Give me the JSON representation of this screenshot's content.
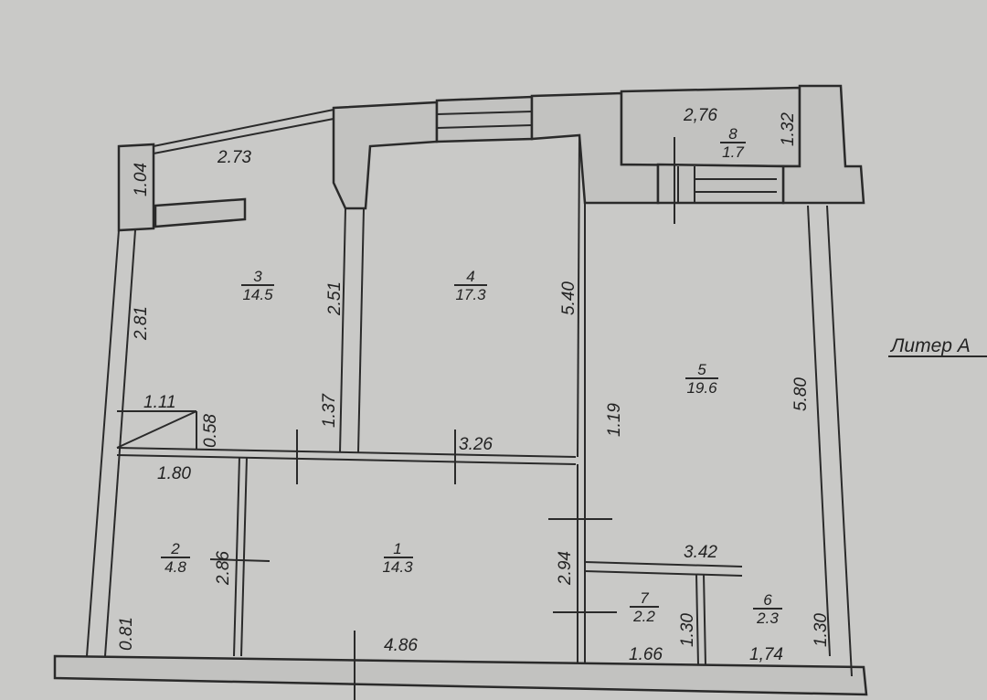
{
  "title": "Литер А",
  "rooms": [
    {
      "number": "1",
      "area": "14.3"
    },
    {
      "number": "2",
      "area": "4.8"
    },
    {
      "number": "3",
      "area": "14.5"
    },
    {
      "number": "4",
      "area": "17.3"
    },
    {
      "number": "5",
      "area": "19.6"
    },
    {
      "number": "6",
      "area": "2.3"
    },
    {
      "number": "7",
      "area": "2.2"
    },
    {
      "number": "8",
      "area": "1.7"
    }
  ],
  "dimensions": [
    "2.73",
    "1.04",
    "2.81",
    "2.51",
    "5.40",
    "1.37",
    "1.11",
    "0.58",
    "3.26",
    "1.19",
    "5.80",
    "2,76",
    "1.32",
    "1.80",
    "2.86",
    "2.94",
    "3.42",
    "1.30",
    "1.30",
    "0.81",
    "4.86",
    "1.66",
    "1,74"
  ]
}
